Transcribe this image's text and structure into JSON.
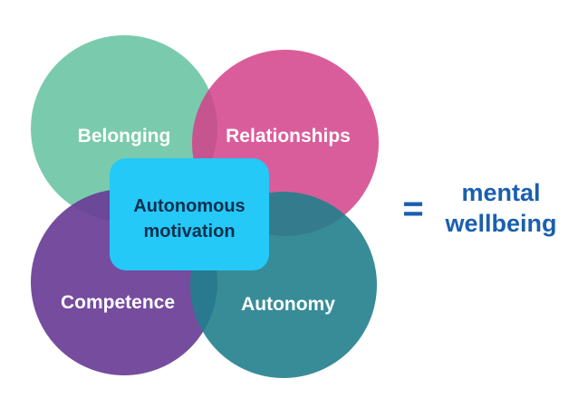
{
  "diagram": {
    "circles": [
      {
        "id": "belonging",
        "label": "Belonging",
        "color": "#6fc7a6"
      },
      {
        "id": "relationships",
        "label": "Relationships",
        "color": "#d4418a"
      },
      {
        "id": "competence",
        "label": "Competence",
        "color": "#6a3d96"
      },
      {
        "id": "autonomy",
        "label": "Autonomy",
        "color": "#217f8c"
      }
    ],
    "center": {
      "line1": "Autonomous",
      "line2": "motivation",
      "color": "#24c9f7"
    },
    "equals_sign": "=",
    "result": {
      "line1": "mental",
      "line2": "wellbeing",
      "color": "#1a5fb0"
    }
  }
}
